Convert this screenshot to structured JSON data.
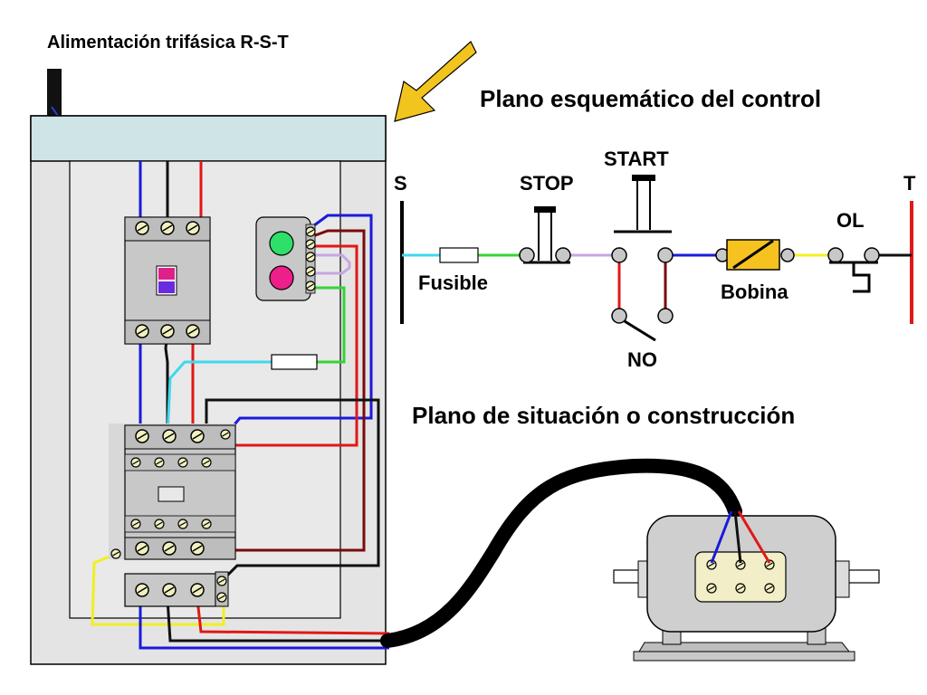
{
  "labels": {
    "supply": "Alimentación trifásica R-S-T",
    "schematic_title": "Plano esquemático del control",
    "construction_title": "Plano de situación o construcción",
    "s": "S",
    "t": "T",
    "stop": "STOP",
    "start": "START",
    "ol": "OL",
    "fuse": "Fusible",
    "coil": "Bobina",
    "no": "NO"
  },
  "colors": {
    "cabinet_top": "#cfe5e5",
    "cabinet_body": "#e4e4e4",
    "device_gray": "#c8c8c8",
    "arrow": "#f2c41e",
    "wire_blue": "#1a1adb",
    "wire_black": "#101010",
    "wire_red": "#e01818",
    "wire_darkred": "#7a0a0a",
    "wire_cyan": "#3fd8ee",
    "wire_green": "#35d435",
    "wire_lavender": "#c7a6e3",
    "wire_yellow": "#f2ef20",
    "coil_fill": "#f5c220",
    "lamp_green": "#2ee06a",
    "lamp_pink": "#ee1e8a"
  }
}
